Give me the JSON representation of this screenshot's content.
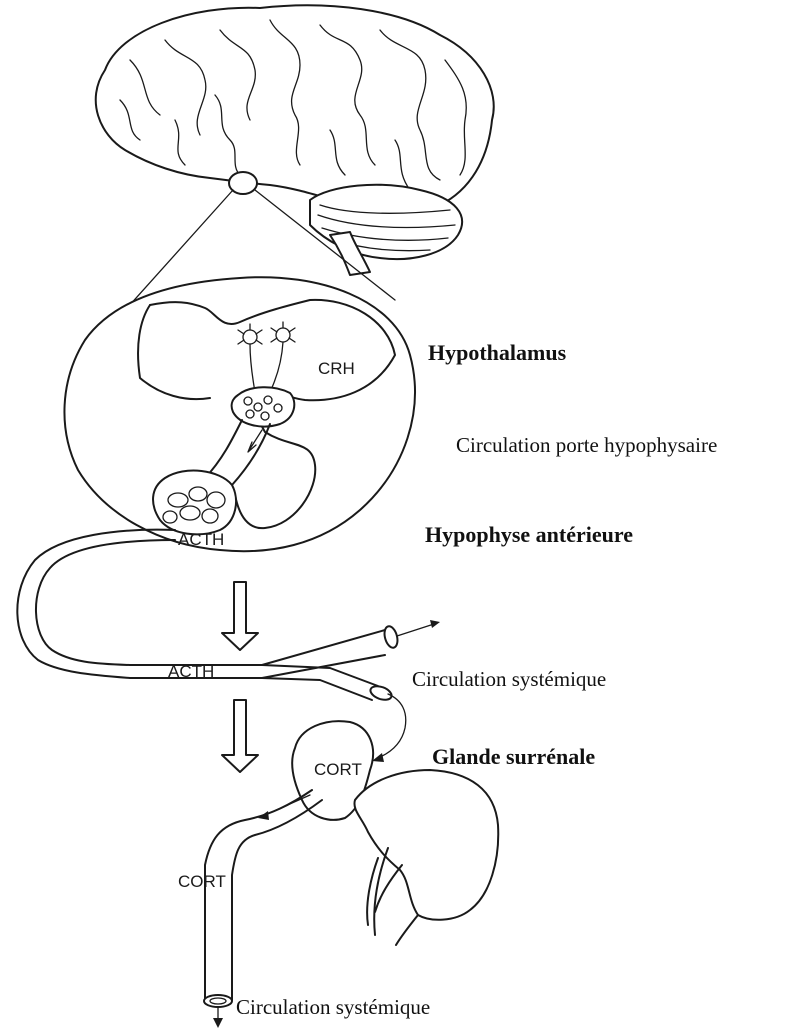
{
  "captions": {
    "hypothalamus": "Hypothalamus",
    "portal_circulation": "Circulation porte hypophysaire",
    "anterior_pituitary": "Hypophyse antérieure",
    "systemic_circulation_1": "Circulation systémique",
    "adrenal_gland": "Glande surrénale",
    "systemic_circulation_2": "Circulation systémique"
  },
  "labels": {
    "crh": "CRH",
    "acth_pituitary": "ACTH",
    "acth_vessel": "ACTH",
    "cort_gland": "CORT",
    "cort_vessel": "CORT"
  }
}
